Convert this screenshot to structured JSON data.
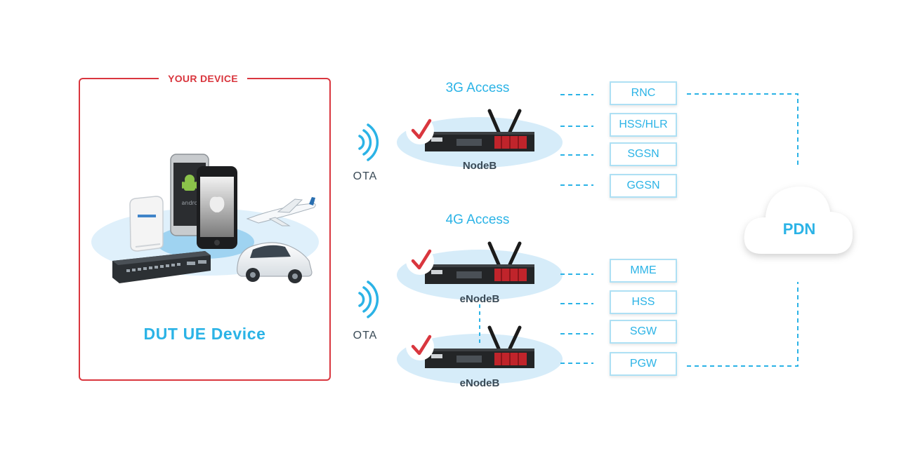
{
  "device_panel": {
    "legend": "YOUR DEVICE",
    "title": "DUT UE Device",
    "icons": [
      "router-icon",
      "android-phone-icon",
      "iphone-icon",
      "airplane-icon",
      "car-icon",
      "network-switch-icon"
    ]
  },
  "ota": [
    "OTA",
    "OTA"
  ],
  "access": {
    "g3": {
      "title": "3G Access",
      "node": "NodeB"
    },
    "g4": {
      "title": "4G Access",
      "nodes": [
        "eNodeB",
        "eNodeB"
      ]
    }
  },
  "core3g": [
    "RNC",
    "HSS/HLR",
    "SGSN",
    "GGSN"
  ],
  "core4g": [
    "MME",
    "HSS",
    "SGW",
    "PGW"
  ],
  "pdn": "PDN",
  "colors": {
    "accent": "#2bb3e6",
    "brand_red": "#d9363e",
    "text_dark": "#3a4a56",
    "box_border": "#aee0f4",
    "ellipse": "#cfe9f8"
  }
}
